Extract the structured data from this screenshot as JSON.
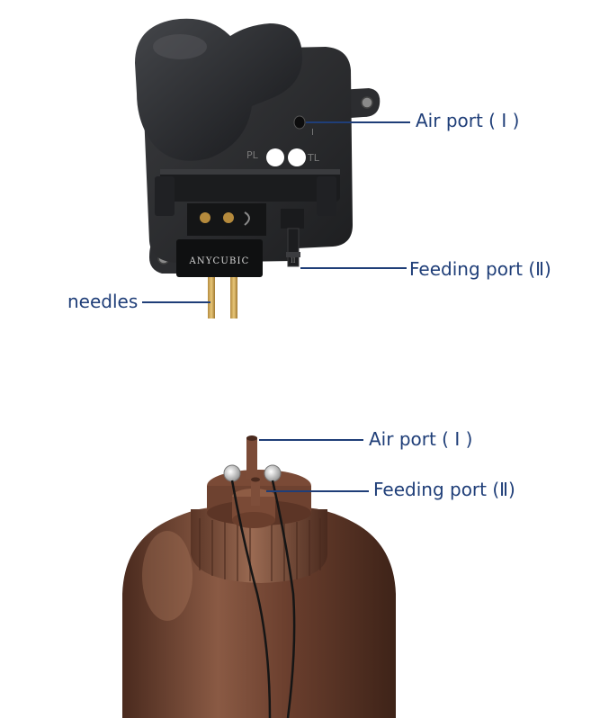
{
  "device": {
    "brand_label": "ANYCUBIC",
    "marks": {
      "pl": "PL",
      "tl": "TL",
      "port_one": "I",
      "port_two": "II"
    }
  },
  "labels": {
    "air_port_top": "Air port ( Ⅰ )",
    "feeding_port_top": "Feeding port (Ⅱ)",
    "needles": "needles",
    "air_port_bottom": "Air port ( Ⅰ )",
    "feeding_port_bottom": "Feeding port (Ⅱ)"
  },
  "colors": {
    "callout_text": "#1f3e78",
    "callout_line": "#1f3e78",
    "device_body": "#2a2b2d",
    "bottle": "#6b3f2e"
  }
}
